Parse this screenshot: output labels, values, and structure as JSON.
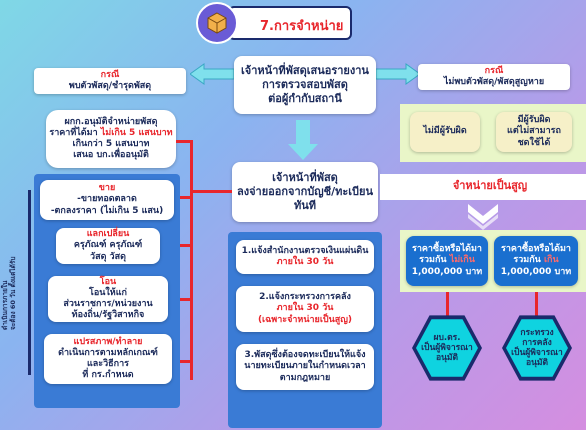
{
  "title": "7.การจำหน่าย",
  "icon": "box-icon",
  "center": {
    "top": [
      "เจ้าหน้าที่พัสดุเสนอรายงาน",
      "การตรวจสอบพัสดุ",
      "ต่อผู้กำกับสถานี"
    ],
    "mid": [
      "เจ้าหน้าที่พัสดุ",
      "ลงจ่ายออกจากบัญชี/ทะเบียน",
      "ทันที"
    ],
    "step1": {
      "line1": "1.แจ้งสำนักงานตรวจเงินแผ่นดิน",
      "line2": "ภายใน 30 วัน"
    },
    "step2": {
      "line1": "2.แจ้งกระทรวงการคลัง",
      "line2": "ภายใน 30 วัน",
      "line3": "(เฉพาะจำหน่ายเป็นสูญ)"
    },
    "step3": [
      "3.พัสดุซึ่งต้องจดทะเบียนให้แจ้ง",
      "นายทะเบียนภายในกำหนดเวลา",
      "ตามกฎหมาย"
    ]
  },
  "left": {
    "case_title": "กรณี",
    "case_text": "พบตัวพัสดุ/ชำรุดพัสดุ",
    "approve": {
      "line1": "ผกก.อนุมัติจำหน่ายพัสดุ",
      "line2a": "ราคาที่ได้มา ",
      "line2b": "ไม่เกิน 5 แสนบาท",
      "line3": "เกินกว่า 5 แสนบาท",
      "line4": "เสนอ บก.เพื่ออนุมัติ"
    },
    "sell": {
      "title": "ขาย",
      "line1": "-ขายทอดตลาด",
      "line2": "-ตกลงราคา (ไม่เกิน 5 แสน)"
    },
    "exchange": {
      "title": "แลกเปลี่ยน",
      "line1": "ครุภัณฑ์    ครุภัณฑ์",
      "line2": "วัสดุ    วัสดุ"
    },
    "transfer": {
      "title": "โอน",
      "line1": "โอนให้แก่",
      "line2": "ส่วนราชการ/หน่วยงาน",
      "line3": "ท้องถิ่น/รัฐวิสาหกิจ"
    },
    "convert": {
      "title": "แปรสภาพ/ทำลาย",
      "line1": "ดำเนินการตามหลักเกณฑ์",
      "line2": "และวิธีการ",
      "line3": "ที่ กร.กำหนด"
    },
    "side_note": [
      "ดำเนินการภายใน",
      "จะต้อง 60 วัน ตั้งแต่ได้รับ"
    ]
  },
  "right": {
    "case_title": "กรณี",
    "case_text": "ไม่พบตัวพัสดุ/พัสดุสูญหาย",
    "no_fault": "ไม่มีผู้รับผิด",
    "fault": [
      "มีผู้รับผิด",
      "แต่ไม่สามารถ",
      "ชดใช้ได้"
    ],
    "writeoff": "จำหน่ายเป็นสูญ",
    "under": {
      "line1": "ราคาซื้อหรือได้มา",
      "line2a": "รวมกัน ",
      "line2b": "ไม่เกิน",
      "line3": "1,000,000 บาท"
    },
    "over": {
      "line1": "ราคาซื้อหรือได้มา",
      "line2a": "รวมกัน ",
      "line2b": "เกิน",
      "line3": "1,000,000 บาท"
    },
    "hex1": [
      "ผบ.ตร.",
      "เป็นผู้พิจารณา",
      "อนุมัติ"
    ],
    "hex2": [
      "กระทรวง",
      "การคลัง",
      "เป็นผู้พิจารณา",
      "อนุมัติ"
    ]
  },
  "colors": {
    "accent": "#e8262c",
    "navy": "#1a2a6c",
    "cyan": "#0fd3e0",
    "step_blue": "#3a7bd5"
  }
}
